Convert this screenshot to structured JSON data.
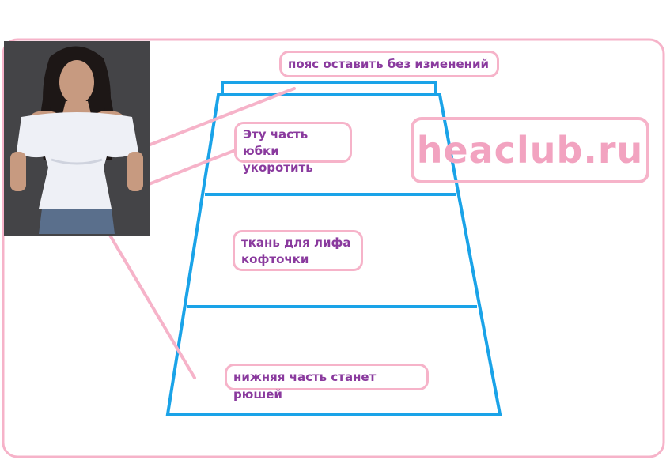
{
  "labels": {
    "belt": "пояс оставить без изменений",
    "shorten_line1": "Эту часть юбки",
    "shorten_line2": "укоротить",
    "bodice_line1": "ткань для лифа",
    "bodice_line2": "кофточки",
    "ruffle": "нижняя часть станет рюшей"
  },
  "watermark": "heaclub.ru",
  "photo": {
    "subject": "woman in white off-shoulder ruffled blouse"
  },
  "colors": {
    "skirt_outline": "#1aa3e8",
    "frame_pink": "#f6b3c9",
    "label_text": "#8a3a9e",
    "watermark": "#f2a3c0"
  }
}
